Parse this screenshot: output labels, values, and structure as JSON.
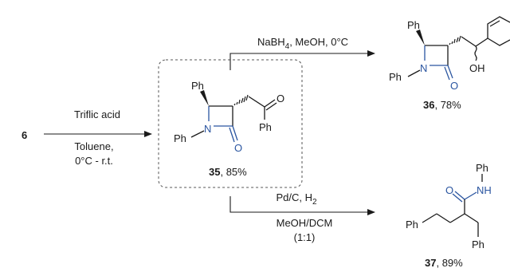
{
  "start": {
    "label": "6"
  },
  "step1": {
    "reagent": "Triflic acid",
    "solvent": "Toluene,",
    "temperature": "0°C - r.t."
  },
  "c35": {
    "ph_top": "Ph",
    "ph_n": "Ph",
    "ph_ketone": "Ph",
    "n": "N",
    "o_lactam": "O",
    "o_ketone": "O",
    "number": "35",
    "yield": ", 85%"
  },
  "top_route": {
    "conditions_main": "NaBH",
    "conditions_sub": "4",
    "conditions_rest": ", MeOH, 0°C"
  },
  "c36": {
    "ph_top": "Ph",
    "ph_n": "Ph",
    "n": "N",
    "o_lactam": "O",
    "oh": "OH",
    "number": "36",
    "yield": ", 78%"
  },
  "bottom_route": {
    "catalyst_main": "Pd/C, H",
    "catalyst_sub": "2",
    "solvent": "MeOH/DCM",
    "ratio": "(1:1)"
  },
  "c37": {
    "ph_n": "Ph",
    "nh": "NH",
    "o": "O",
    "ph_chain": "Ph",
    "ph_benzyl": "Ph",
    "number": "37",
    "yield": ", 89%"
  }
}
